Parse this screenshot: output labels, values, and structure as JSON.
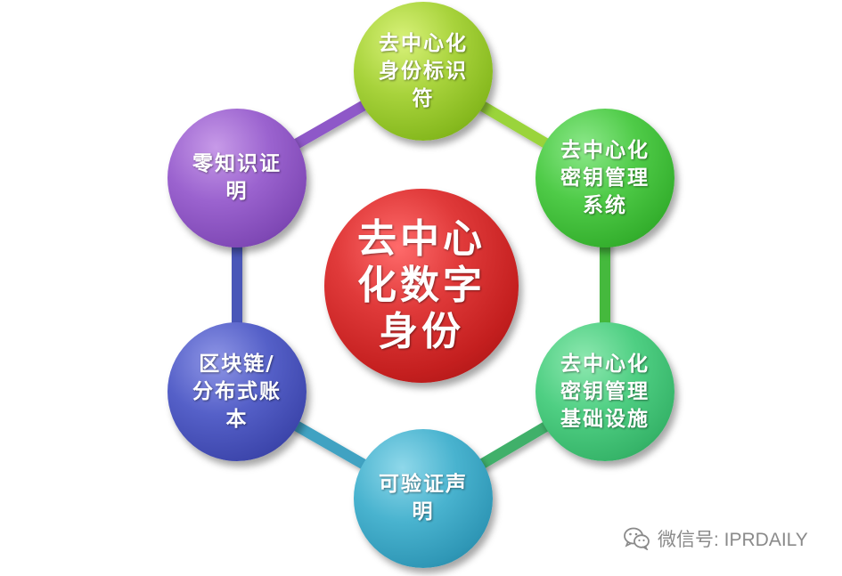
{
  "center": {
    "label": "去中心\n化数字\n身份"
  },
  "nodes": [
    {
      "id": "did",
      "label": "去中心化\n身份标识\n符"
    },
    {
      "id": "dkms",
      "label": "去中心化\n密钥管理\n系统"
    },
    {
      "id": "dpki",
      "label": "去中心化\n密钥管理\n基础设施"
    },
    {
      "id": "vc",
      "label": "可验证声\n明"
    },
    {
      "id": "chain",
      "label": "区块链/\n分布式账\n本"
    },
    {
      "id": "zkp",
      "label": "零知识证\n明"
    }
  ],
  "colors": {
    "ring_top_left": "#8e58c8",
    "ring_left": "#4a56b8",
    "ring_top_right": "#9ad43a",
    "ring_right": "#44b93c",
    "ring_bottom_right": "#3fb06a",
    "ring_bottom_left": "#3fa2c2",
    "watermark": "#8a8a8a"
  },
  "watermark": {
    "icon": "wechat-icon",
    "text": "微信号: IPRDAILY"
  }
}
